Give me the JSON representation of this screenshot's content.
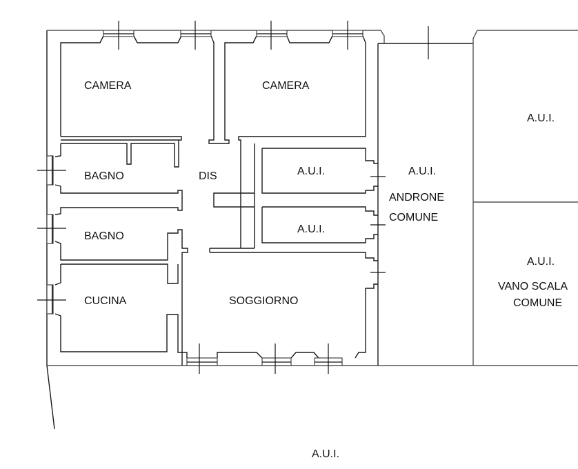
{
  "plan": {
    "title": "Floor plan",
    "colors": {
      "line": "#1a1a1a",
      "background": "#ffffff",
      "text": "#111111"
    },
    "rooms": {
      "camera_1": "CAMERA",
      "camera_2": "CAMERA",
      "bagno_1": "BAGNO",
      "bagno_2": "BAGNO",
      "dis": "DIS",
      "cucina": "CUCINA",
      "soggiorno": "SOGGIORNO",
      "aui_small_1": "A.U.I.",
      "aui_small_2": "A.U.I.",
      "androne_aui": "A.U.I.",
      "androne_line1": "ANDRONE",
      "androne_line2": "COMUNE",
      "right_top_aui": "A.U.I.",
      "right_bottom_aui": "A.U.I.",
      "vano_line1": "VANO SCALA",
      "vano_line2": "COMUNE",
      "bottom_aui": "A.U.I."
    }
  }
}
